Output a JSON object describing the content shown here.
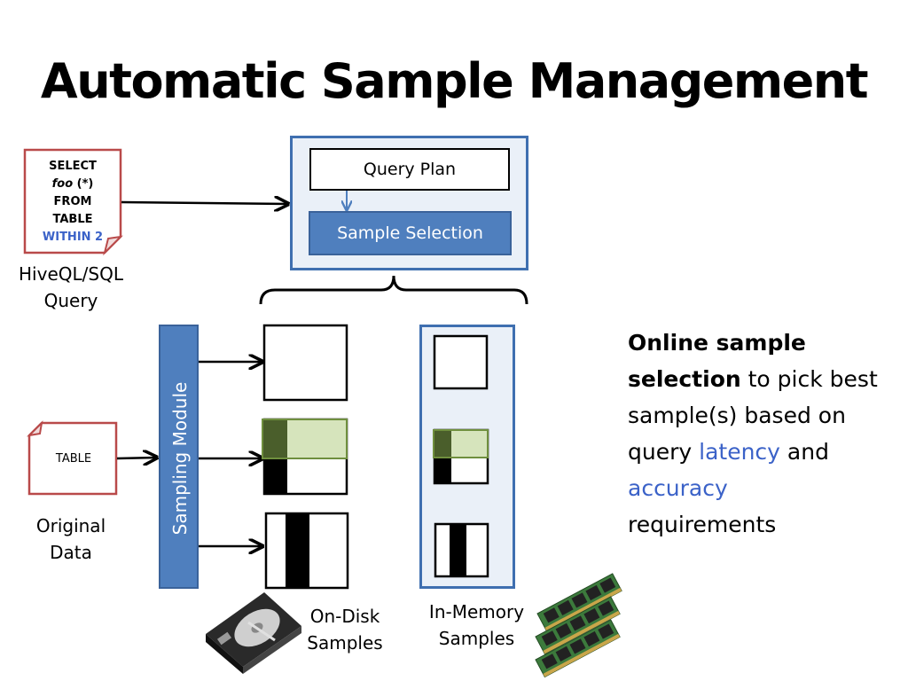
{
  "title": "Automatic Sample Management",
  "query_doc": {
    "line1": "SELECT",
    "line2_italic": "foo",
    "line2_rest": " (*)",
    "line3": "FROM",
    "line4": "TABLE",
    "line5": "WITHIN 2",
    "caption_line1": "HiveQL/SQL",
    "caption_line2": "Query"
  },
  "table_doc": {
    "label": "TABLE",
    "caption_line1": "Original",
    "caption_line2": "Data"
  },
  "query_plan_label": "Query Plan",
  "sample_selection_label": "Sample Selection",
  "sampling_module_label": "Sampling Module",
  "on_disk_label_line1": "On-Disk",
  "on_disk_label_line2": "Samples",
  "in_memory_label_line1": "In-Memory",
  "in_memory_label_line2": "Samples",
  "description": {
    "bold_part": "Online sample selection",
    "part2": " to pick best sample(s) based on query ",
    "latency": "latency",
    "and": " and",
    "accuracy": "accuracy",
    "requirements": "requirements"
  },
  "colors": {
    "accent_blue": "#4f7fbe",
    "border_blue": "#3f6fb0",
    "panel_bg": "#eaf0f8",
    "doc_red": "#b94a4a",
    "text_blue": "#3b62c8",
    "sample_green": "#d6e4bc",
    "sample_green_dark": "#4a5e2b"
  },
  "icons": [
    "hard-drive-icon",
    "ram-module-icon"
  ]
}
